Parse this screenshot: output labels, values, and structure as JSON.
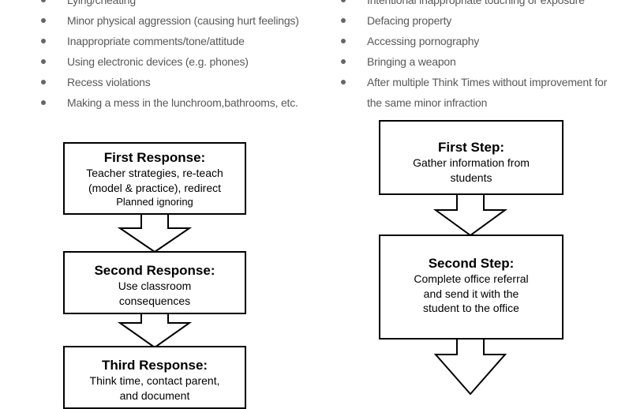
{
  "minor_list": [
    "Lying/cheating",
    "Minor physical aggression (causing hurt feelings)",
    "Inappropriate comments/tone/attitude",
    "Using electronic devices (e.g. phones)",
    "Recess violations",
    "Making a mess in the lunchroom,bathrooms, etc."
  ],
  "major_list": [
    "Intentional inappropriate touching or exposure",
    "Defacing property",
    "Accessing pornography",
    "Bringing a weapon",
    "After multiple Think Times without improvement for the same minor infraction"
  ],
  "left_flow": {
    "first": {
      "title": "First Response:",
      "lines": [
        "Teacher strategies, re-teach",
        "(model & practice), redirect"
      ],
      "extra": "Planned ignoring"
    },
    "second": {
      "title": "Second Response:",
      "lines": [
        "Use classroom",
        "consequences"
      ]
    },
    "third": {
      "title": "Third Response:",
      "lines": [
        "Think time, contact parent,",
        "and document"
      ]
    }
  },
  "right_flow": {
    "first": {
      "title": "First Step:",
      "lines": [
        "Gather information from",
        "students"
      ]
    },
    "second": {
      "title": "Second Step:",
      "lines": [
        "Complete office referral",
        "and send it with the",
        "student to the office"
      ]
    }
  }
}
